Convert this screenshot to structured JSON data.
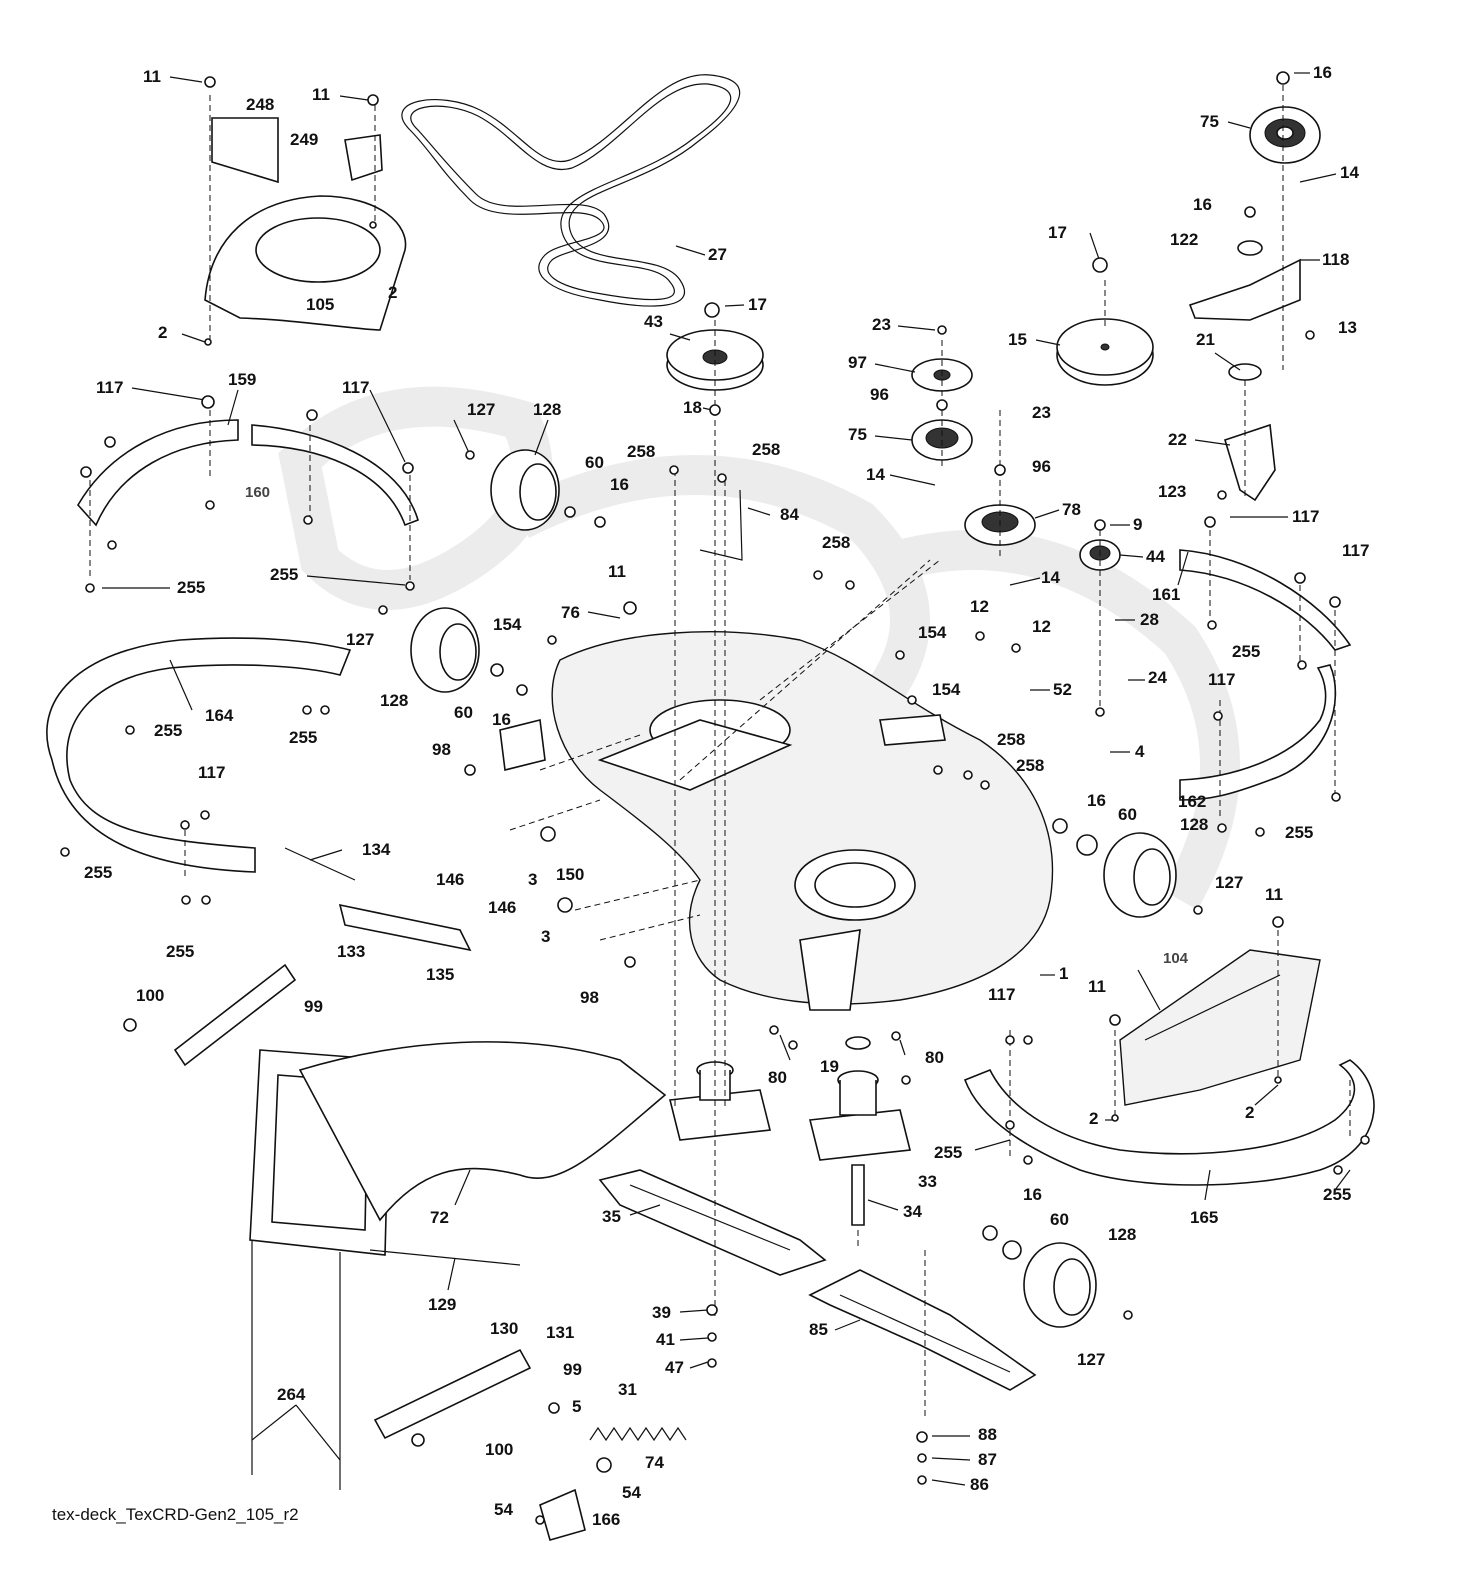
{
  "diagram": {
    "caption": "tex-deck_TexCRD-Gen2_105_r2",
    "labels": [
      {
        "id": "l1",
        "text": "11"
      },
      {
        "id": "l2",
        "text": "248"
      },
      {
        "id": "l3",
        "text": "11"
      },
      {
        "id": "l4",
        "text": "249"
      },
      {
        "id": "l5",
        "text": "27"
      },
      {
        "id": "l6",
        "text": "105"
      },
      {
        "id": "l7",
        "text": "2"
      },
      {
        "id": "l8",
        "text": "2"
      },
      {
        "id": "l9",
        "text": "16"
      },
      {
        "id": "l10",
        "text": "75"
      },
      {
        "id": "l11",
        "text": "14"
      },
      {
        "id": "l12",
        "text": "16"
      },
      {
        "id": "l13",
        "text": "122"
      },
      {
        "id": "l14",
        "text": "118"
      },
      {
        "id": "l15",
        "text": "17"
      },
      {
        "id": "l16",
        "text": "15"
      },
      {
        "id": "l17",
        "text": "13"
      },
      {
        "id": "l18",
        "text": "21"
      },
      {
        "id": "l19",
        "text": "17"
      },
      {
        "id": "l20",
        "text": "43"
      },
      {
        "id": "l21",
        "text": "18"
      },
      {
        "id": "l22",
        "text": "23"
      },
      {
        "id": "l23",
        "text": "97"
      },
      {
        "id": "l24",
        "text": "96"
      },
      {
        "id": "l25",
        "text": "75"
      },
      {
        "id": "l26",
        "text": "23"
      },
      {
        "id": "l27",
        "text": "96"
      },
      {
        "id": "l28",
        "text": "14"
      },
      {
        "id": "l29",
        "text": "78"
      },
      {
        "id": "l30",
        "text": "22"
      },
      {
        "id": "l31",
        "text": "123"
      },
      {
        "id": "l32",
        "text": "117"
      },
      {
        "id": "l33",
        "text": "117"
      },
      {
        "id": "l34",
        "text": "9"
      },
      {
        "id": "l35",
        "text": "44"
      },
      {
        "id": "l36",
        "text": "161"
      },
      {
        "id": "l37",
        "text": "117"
      },
      {
        "id": "l38",
        "text": "159"
      },
      {
        "id": "l39",
        "text": "117"
      },
      {
        "id": "l40",
        "text": "127"
      },
      {
        "id": "l41",
        "text": "128"
      },
      {
        "id": "l42",
        "text": "60"
      },
      {
        "id": "l43",
        "text": "16"
      },
      {
        "id": "l44",
        "text": "258"
      },
      {
        "id": "l45",
        "text": "258"
      },
      {
        "id": "l46",
        "text": "84"
      },
      {
        "id": "l47",
        "text": "160"
      },
      {
        "id": "l48",
        "text": "255"
      },
      {
        "id": "l49",
        "text": "255"
      },
      {
        "id": "l50",
        "text": "11"
      },
      {
        "id": "l51",
        "text": "258"
      },
      {
        "id": "l52",
        "text": "14"
      },
      {
        "id": "l53",
        "text": "28"
      },
      {
        "id": "l54",
        "text": "12"
      },
      {
        "id": "l55",
        "text": "12"
      },
      {
        "id": "l56",
        "text": "76"
      },
      {
        "id": "l57",
        "text": "154"
      },
      {
        "id": "l58",
        "text": "154"
      },
      {
        "id": "l59",
        "text": "255"
      },
      {
        "id": "l60",
        "text": "24"
      },
      {
        "id": "l61",
        "text": "127"
      },
      {
        "id": "l62",
        "text": "128"
      },
      {
        "id": "l63",
        "text": "60"
      },
      {
        "id": "l64",
        "text": "16"
      },
      {
        "id": "l65",
        "text": "164"
      },
      {
        "id": "l66",
        "text": "255"
      },
      {
        "id": "l67",
        "text": "255"
      },
      {
        "id": "l68",
        "text": "154"
      },
      {
        "id": "l69",
        "text": "52"
      },
      {
        "id": "l70",
        "text": "117"
      },
      {
        "id": "l71",
        "text": "4"
      },
      {
        "id": "l72",
        "text": "98"
      },
      {
        "id": "l73",
        "text": "258"
      },
      {
        "id": "l74",
        "text": "258"
      },
      {
        "id": "l75",
        "text": "117"
      },
      {
        "id": "l76",
        "text": "162"
      },
      {
        "id": "l77",
        "text": "16"
      },
      {
        "id": "l78",
        "text": "60"
      },
      {
        "id": "l79",
        "text": "128"
      },
      {
        "id": "l80",
        "text": "255"
      },
      {
        "id": "l81",
        "text": "255"
      },
      {
        "id": "l82",
        "text": "134"
      },
      {
        "id": "l83",
        "text": "3"
      },
      {
        "id": "l84",
        "text": "150"
      },
      {
        "id": "l85",
        "text": "146"
      },
      {
        "id": "l86",
        "text": "146"
      },
      {
        "id": "l87",
        "text": "127"
      },
      {
        "id": "l88",
        "text": "3"
      },
      {
        "id": "l89",
        "text": "133"
      },
      {
        "id": "l90",
        "text": "135"
      },
      {
        "id": "l91",
        "text": "11"
      },
      {
        "id": "l92",
        "text": "255"
      },
      {
        "id": "l93",
        "text": "104"
      },
      {
        "id": "l94",
        "text": "98"
      },
      {
        "id": "l95",
        "text": "1"
      },
      {
        "id": "l96",
        "text": "11"
      },
      {
        "id": "l97",
        "text": "100"
      },
      {
        "id": "l98",
        "text": "99"
      },
      {
        "id": "l99",
        "text": "117"
      },
      {
        "id": "l100",
        "text": "80"
      },
      {
        "id": "l101",
        "text": "19"
      },
      {
        "id": "l102",
        "text": "80"
      },
      {
        "id": "l103",
        "text": "2"
      },
      {
        "id": "l104",
        "text": "2"
      },
      {
        "id": "l105",
        "text": "255"
      },
      {
        "id": "l106",
        "text": "33"
      },
      {
        "id": "l107",
        "text": "72"
      },
      {
        "id": "l108",
        "text": "35"
      },
      {
        "id": "l109",
        "text": "34"
      },
      {
        "id": "l110",
        "text": "165"
      },
      {
        "id": "l111",
        "text": "255"
      },
      {
        "id": "l112",
        "text": "16"
      },
      {
        "id": "l113",
        "text": "60"
      },
      {
        "id": "l114",
        "text": "128"
      },
      {
        "id": "l115",
        "text": "129"
      },
      {
        "id": "l116",
        "text": "130"
      },
      {
        "id": "l117",
        "text": "131"
      },
      {
        "id": "l118",
        "text": "39"
      },
      {
        "id": "l119",
        "text": "41"
      },
      {
        "id": "l120",
        "text": "47"
      },
      {
        "id": "l121",
        "text": "85"
      },
      {
        "id": "l122",
        "text": "127"
      },
      {
        "id": "l123",
        "text": "99"
      },
      {
        "id": "l124",
        "text": "264"
      },
      {
        "id": "l125",
        "text": "31"
      },
      {
        "id": "l126",
        "text": "5"
      },
      {
        "id": "l127",
        "text": "100"
      },
      {
        "id": "l128",
        "text": "74"
      },
      {
        "id": "l129",
        "text": "54"
      },
      {
        "id": "l130",
        "text": "54"
      },
      {
        "id": "l131",
        "text": "166"
      },
      {
        "id": "l132",
        "text": "88"
      },
      {
        "id": "l133",
        "text": "87"
      },
      {
        "id": "l134",
        "text": "86"
      }
    ]
  }
}
